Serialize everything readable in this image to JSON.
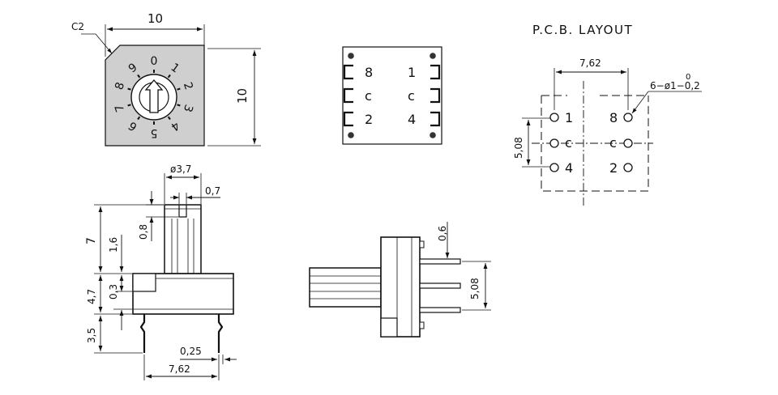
{
  "top_view": {
    "chamfer": "C2",
    "width": "10",
    "height": "10",
    "dial_numbers": [
      "0",
      "1",
      "2",
      "3",
      "4",
      "5",
      "6",
      "7",
      "8",
      "9"
    ]
  },
  "bottom_view": {
    "labels": [
      "8",
      "c",
      "2",
      "1",
      "c",
      "4"
    ]
  },
  "pcb_layout": {
    "title": "P.C.B. LAYOUT",
    "pitch_x": "7,62",
    "pitch_y": "5,08",
    "hole_spec": "6−ø1−0,2",
    "tolerance_upper": "0",
    "pins": [
      "1",
      "8",
      "c",
      "c",
      "4",
      "2"
    ]
  },
  "side_view": {
    "shaft_diameter": "ø3,7",
    "slot_width": "0,7",
    "slot_depth": "0,8",
    "total_height": "7",
    "shaft_step": "1,6",
    "body_height": "4,7",
    "base_step": "0,3",
    "pin_length": "3,5",
    "pin_thickness": "0,25",
    "pin_pitch": "7,62"
  },
  "end_view": {
    "pin_width": "0,6",
    "pin_pitch": "5,08"
  }
}
